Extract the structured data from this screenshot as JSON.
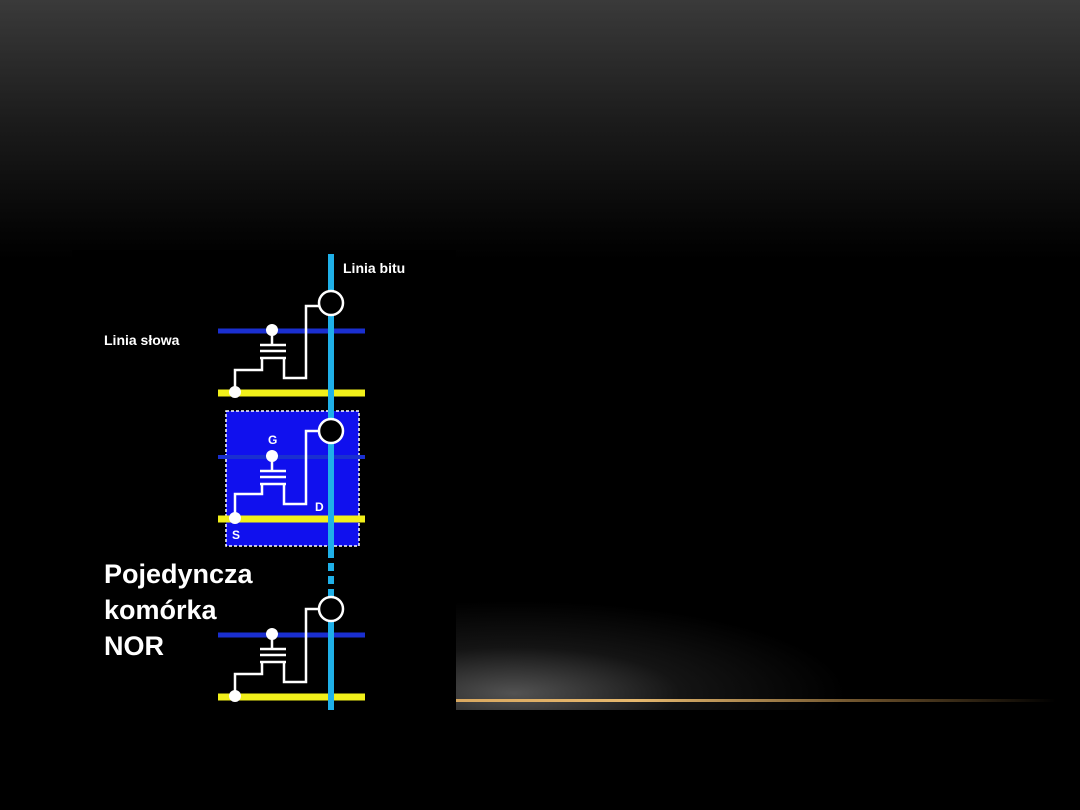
{
  "diagram": {
    "bit_line_label": "Linia bitu",
    "word_line_label": "Linia słowa",
    "gate_label": "G",
    "drain_label": "D",
    "source_label": "S",
    "title_lines": [
      "Pojedyncza",
      "komórka",
      "NOR"
    ],
    "colors": {
      "bit_line": "#1fb0e8",
      "word_line": "#1a2fd0",
      "source_line": "#f2f01a",
      "cell_highlight": "#1010ee",
      "wire": "#ffffff",
      "accent_line": "#e0b070"
    }
  }
}
